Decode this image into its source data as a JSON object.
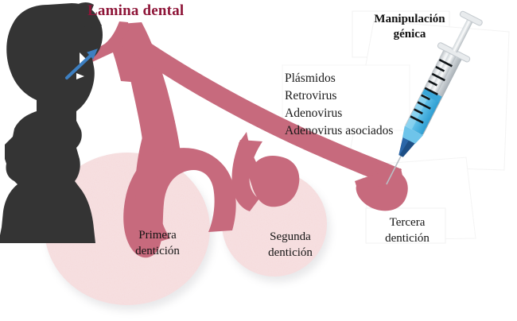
{
  "figure": {
    "kind": "biomedical-diagram",
    "language": "es",
    "background_color": "#ffffff"
  },
  "titles": {
    "lamina": "Lamina dental",
    "lamina_color": "#8e1538",
    "manipulacion": "Manipulación génica",
    "manipulacion_color": "#101010"
  },
  "vectors": {
    "items": [
      "Plásmidos",
      "Retrovirus",
      "Adenovirus",
      "Adenovirus asociados"
    ],
    "text": "Plásmidos\nRetrovirus\nAdenovirus\nAdenovirus asociados"
  },
  "tooth_germs": [
    {
      "id": "first",
      "label": "Primera dentición",
      "shape": "oval"
    },
    {
      "id": "second",
      "label": "Segunda dentición",
      "shape": "circle"
    },
    {
      "id": "third",
      "label": "Tercera dentición",
      "shape": "bud"
    }
  ],
  "labels": {
    "primera": "Primera dentición",
    "segunda": "Segunda dentición",
    "tercera": "Tercera dentición"
  },
  "colors": {
    "lamina_pink": "#c76a7d",
    "germ_light_pink": "#eec6c6",
    "silhouette": "#343434",
    "arrow_blue": "#3d7fc1",
    "syringe_fluid": "#63c0e8",
    "syringe_fluid_dark": "#2f9fd4",
    "syringe_barrel": "#e2e4e6",
    "needle_hub": "#1d4f86",
    "needle_shaft": "#a9b0b6"
  },
  "icons": {
    "child_head": "child-head-silhouette-icon",
    "arrow": "arrow-icon",
    "syringe": "syringe-icon"
  }
}
